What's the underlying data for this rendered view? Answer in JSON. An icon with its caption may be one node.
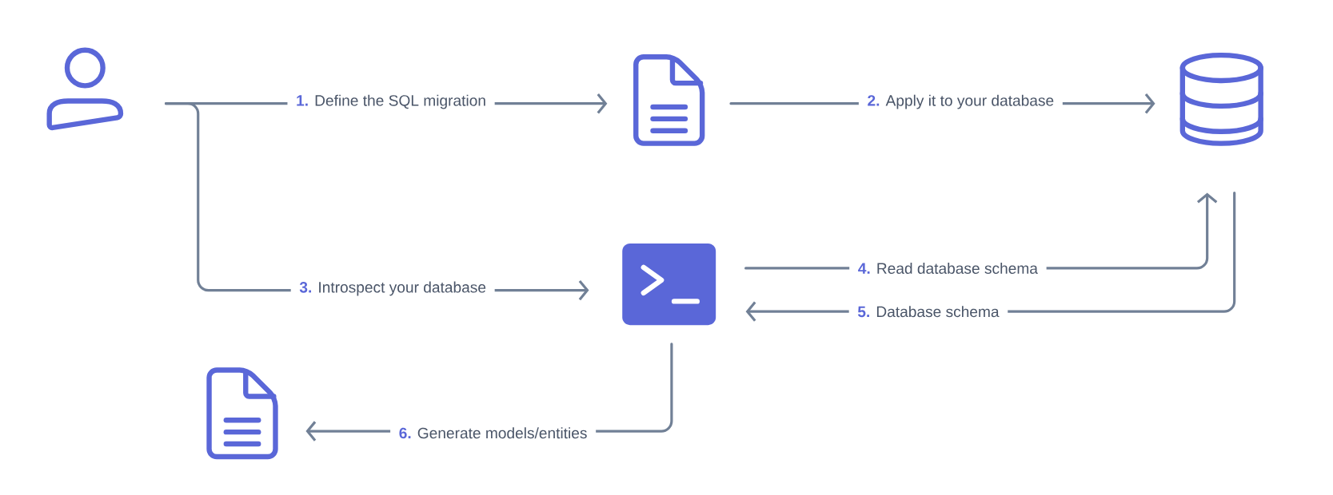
{
  "diagram": {
    "nodes": [
      {
        "text": [],
        "shape": "person"
      },
      {
        "text": [],
        "shape": "document"
      },
      {
        "text": [],
        "shape": "cylinder"
      },
      {
        "text": [],
        "shape": "terminal"
      },
      {
        "text": [],
        "shape": "document"
      }
    ],
    "edges": [
      {
        "from": 0,
        "to": 1,
        "arrow": "to",
        "label": "**1.** Define the SQL migration"
      },
      {
        "from": 1,
        "to": 2,
        "arrow": "to",
        "label": "**2.** Apply it to your database"
      },
      {
        "from": 0,
        "to": 3,
        "arrow": "to",
        "label": "**3.** Introspect your database"
      },
      {
        "from": 3,
        "to": 2,
        "arrow": "to",
        "label": "**4.** Read database schema"
      },
      {
        "from": 2,
        "to": 3,
        "arrow": "to",
        "label": "**5.** Database schema"
      },
      {
        "from": 3,
        "to": 4,
        "arrow": "to",
        "label": "**6.** Generate models/entities"
      }
    ]
  }
}
